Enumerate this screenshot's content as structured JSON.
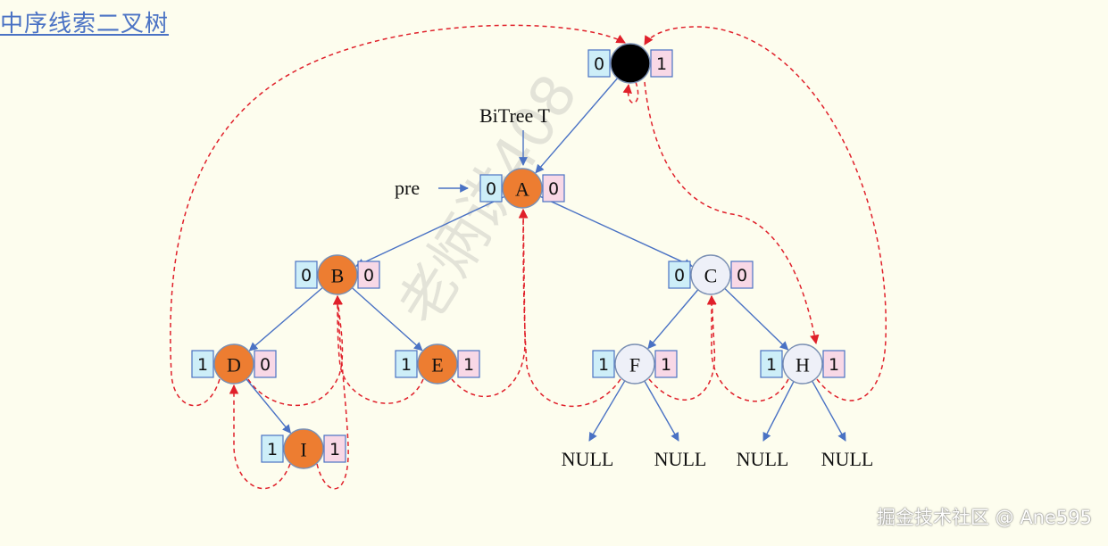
{
  "title": "中序线索二叉树",
  "credit": "掘金技术社区 @ Ane595",
  "watermark": "老炳讲408",
  "labels": {
    "bitree": "BiTree T",
    "pre": "pre"
  },
  "colors": {
    "background": "#fdfdee",
    "visited": "#ed7d31",
    "unvisited": "#eef0f8",
    "head": "#000000",
    "thread": "#e0202a",
    "edge": "#4a72c4",
    "ltag_box": "#cdeef8",
    "rtag_box": "#f8d8e6"
  },
  "nodes": [
    {
      "id": "head",
      "label": "",
      "ltag": "0",
      "rtag": "1",
      "fill": "head"
    },
    {
      "id": "A",
      "label": "A",
      "ltag": "0",
      "rtag": "0",
      "fill": "visited"
    },
    {
      "id": "B",
      "label": "B",
      "ltag": "0",
      "rtag": "0",
      "fill": "visited"
    },
    {
      "id": "C",
      "label": "C",
      "ltag": "0",
      "rtag": "0",
      "fill": "unvisited"
    },
    {
      "id": "D",
      "label": "D",
      "ltag": "1",
      "rtag": "0",
      "fill": "visited"
    },
    {
      "id": "E",
      "label": "E",
      "ltag": "1",
      "rtag": "1",
      "fill": "visited"
    },
    {
      "id": "F",
      "label": "F",
      "ltag": "1",
      "rtag": "1",
      "fill": "unvisited"
    },
    {
      "id": "H",
      "label": "H",
      "ltag": "1",
      "rtag": "1",
      "fill": "unvisited"
    },
    {
      "id": "I",
      "label": "I",
      "ltag": "1",
      "rtag": "1",
      "fill": "visited"
    }
  ],
  "edges": [
    [
      "head",
      "A"
    ],
    [
      "A",
      "B"
    ],
    [
      "A",
      "C"
    ],
    [
      "B",
      "D"
    ],
    [
      "B",
      "E"
    ],
    [
      "D",
      "I"
    ],
    [
      "C",
      "F"
    ],
    [
      "C",
      "H"
    ]
  ],
  "null_labels": [
    "NULL",
    "NULL",
    "NULL",
    "NULL"
  ]
}
